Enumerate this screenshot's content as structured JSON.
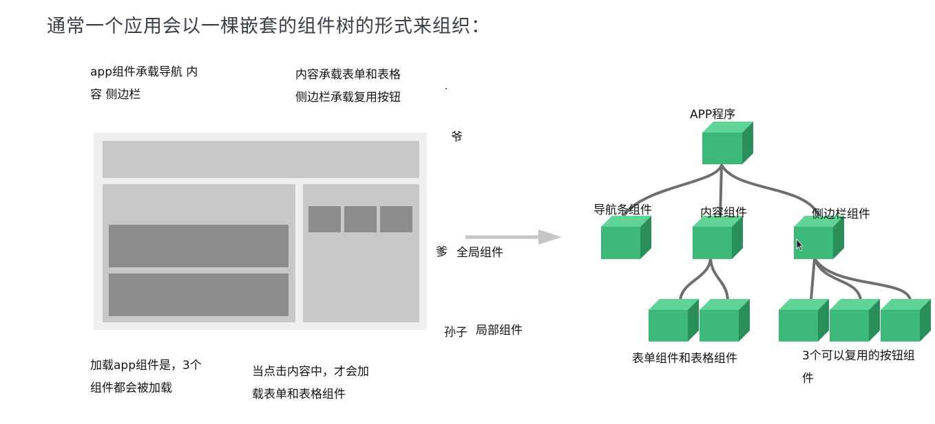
{
  "slide": {
    "title": "通常一个应用会以一棵嵌套的组件树的形式来组织："
  },
  "notes": {
    "app_line1": "app组件承载导航 内",
    "app_line2": "容 侧边栏",
    "content_line1": "内容承载表单和表格",
    "content_line2": "侧边栏承载复用按钮",
    "load_line1": "加载app组件是，3个",
    "load_line2": "组件都会被加载",
    "click_line1": "当点击内容中，才会加",
    "click_line2": "载表单和表格组件",
    "grandpa": "爷",
    "dad": "爹",
    "global": "全局组件",
    "grandson": "孙子",
    "local": "局部组件"
  },
  "tree": {
    "root": "APP程序",
    "nav": "导航条组件",
    "content": "内容组件",
    "sidebar": "侧边栏组件",
    "forms_caption": "表单组件和表格组件",
    "buttons_caption_line1": "3个可以复用的按钮组",
    "buttons_caption_line2": "件"
  },
  "colors": {
    "cube_front": "#3cb878",
    "cube_top": "#5fd496",
    "cube_side": "#2a8e5b",
    "connector": "#6e6e6e",
    "arrow": "#c6c6c6"
  },
  "icons": {
    "cursor": "mouse-pointer-icon",
    "arrow": "right-arrow-icon"
  }
}
